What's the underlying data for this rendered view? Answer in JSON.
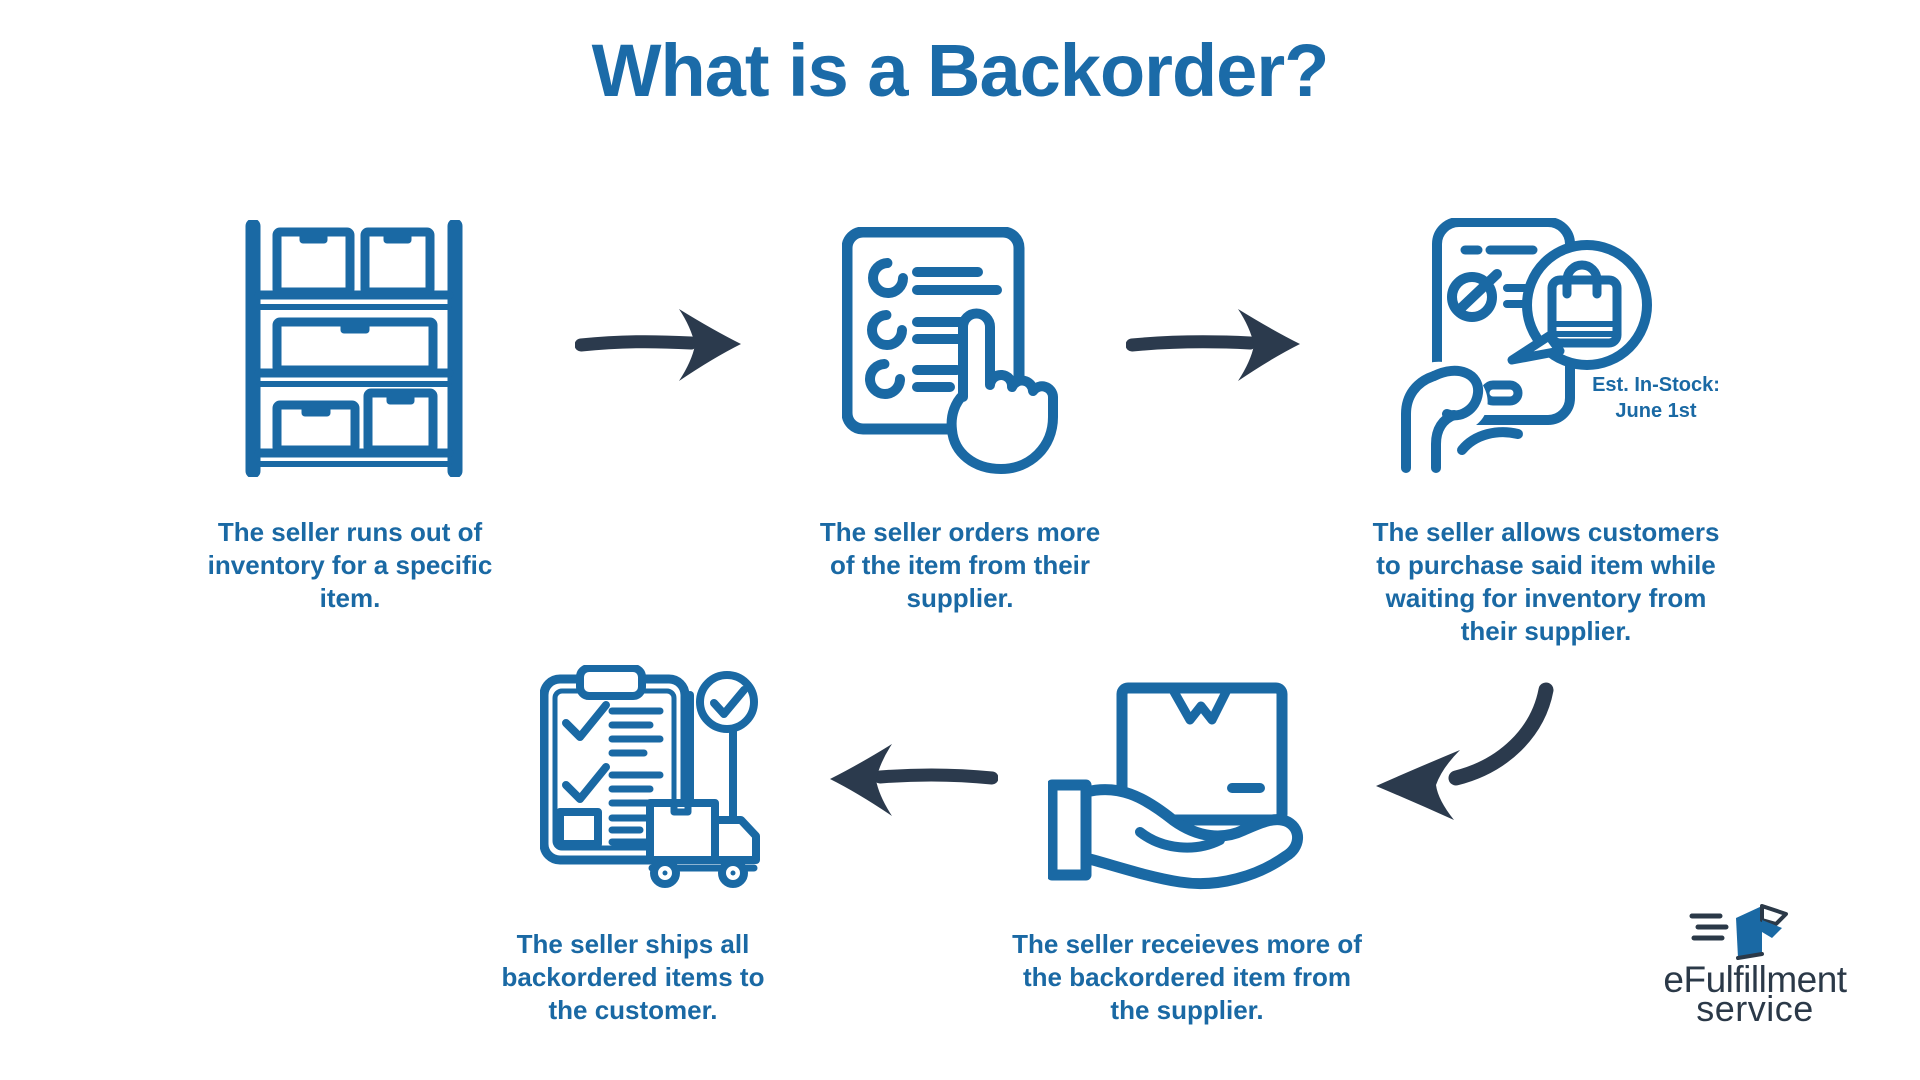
{
  "title": "What is a Backorder?",
  "colors": {
    "accent_blue": "#1a69a4",
    "title_blue": "#1b6ba8",
    "arrow_navy": "#2b3a4d",
    "logo_navy": "#2b3948",
    "background": "#ffffff"
  },
  "steps": [
    {
      "name": "out-of-stock",
      "icon": "warehouse-shelf-icon",
      "caption": [
        "The seller runs out of",
        "inventory for a specific",
        "item."
      ]
    },
    {
      "name": "order-more",
      "icon": "order-list-icon",
      "caption": [
        "The seller orders more",
        "of the item from their",
        "supplier."
      ]
    },
    {
      "name": "allow-purchase",
      "icon": "phone-backorder-icon",
      "caption": [
        "The seller allows customers",
        "to purchase said item while",
        "waiting for inventory from",
        "their supplier."
      ],
      "annotation": [
        "Est. In-Stock:",
        "June 1st"
      ]
    },
    {
      "name": "receive-stock",
      "icon": "hand-box-icon",
      "caption": [
        "The seller receieves more of",
        "the backordered item from",
        "the supplier."
      ]
    },
    {
      "name": "ship-backorders",
      "icon": "checklist-truck-icon",
      "caption": [
        "The seller ships all",
        "backordered items to",
        "the customer."
      ]
    }
  ],
  "flow_arrows": [
    "right",
    "right",
    "curved-down-left",
    "left"
  ],
  "logo": {
    "line1": "eFulfillment",
    "line2": "service"
  }
}
